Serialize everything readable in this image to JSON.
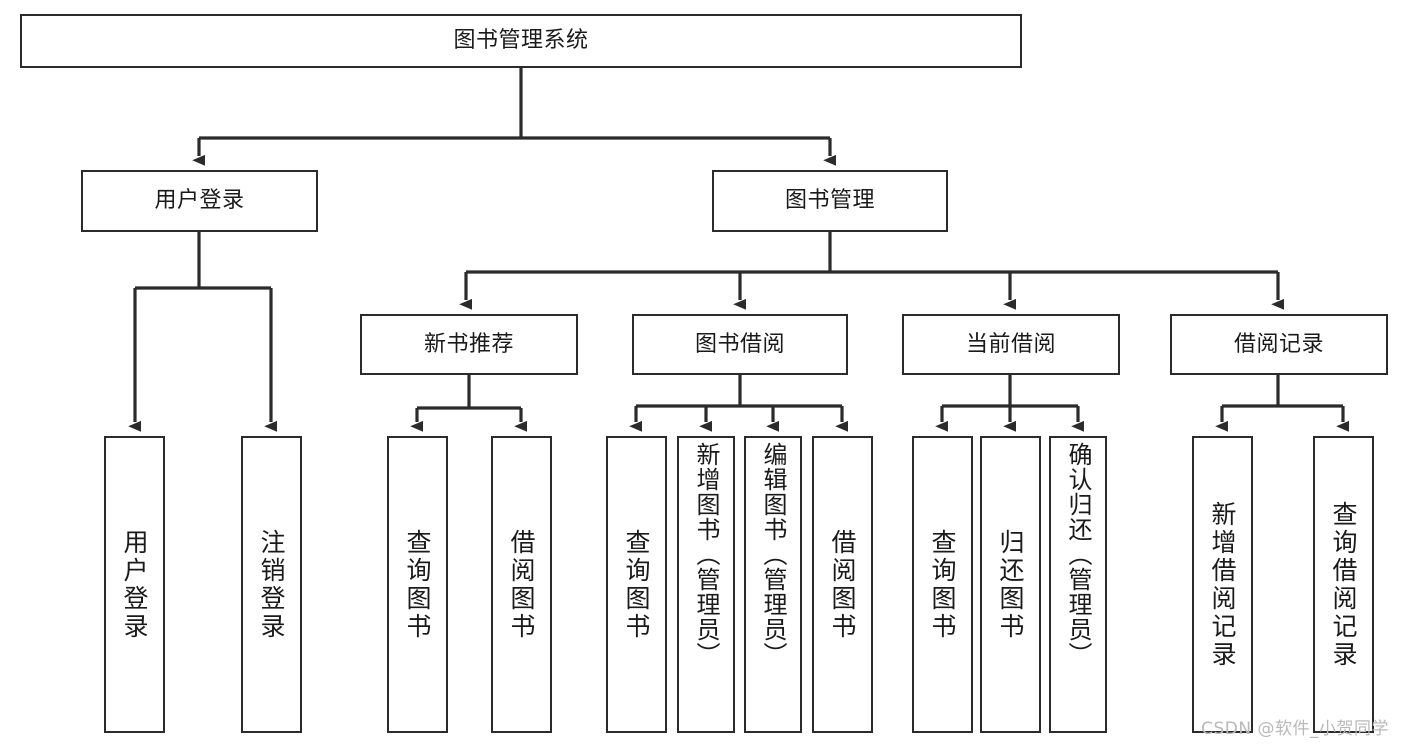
{
  "diagram": {
    "title": "图书管理系统",
    "type": "tree-hierarchy",
    "watermark": "CSDN @软件_小贺同学",
    "colors": {
      "stroke": "#2b2b2b",
      "fill": "#ffffff",
      "text": "#1a1a1a",
      "watermark": "#b9b9b9"
    },
    "levels": {
      "level1": [
        {
          "id": "root",
          "label": "图书管理系统"
        }
      ],
      "level2": [
        {
          "id": "user-login",
          "label": "用户登录",
          "parent": "root"
        },
        {
          "id": "book-manage",
          "label": "图书管理",
          "parent": "root"
        }
      ],
      "level3": [
        {
          "id": "new-book-rec",
          "label": "新书推荐",
          "parent": "book-manage"
        },
        {
          "id": "book-borrow",
          "label": "图书借阅",
          "parent": "book-manage"
        },
        {
          "id": "current-borrow",
          "label": "当前借阅",
          "parent": "book-manage"
        },
        {
          "id": "borrow-record",
          "label": "借阅记录",
          "parent": "book-manage"
        }
      ],
      "leaves": [
        {
          "id": "leaf-user-login",
          "label": "用户登录",
          "parent": "user-login"
        },
        {
          "id": "leaf-user-logout",
          "label": "注销登录",
          "parent": "user-login"
        },
        {
          "id": "leaf-query-book-1",
          "label": "查询图书",
          "parent": "new-book-rec"
        },
        {
          "id": "leaf-borrow-book-1",
          "label": "借阅图书",
          "parent": "new-book-rec"
        },
        {
          "id": "leaf-query-book-2",
          "label": "查询图书",
          "parent": "book-borrow"
        },
        {
          "id": "leaf-add-book",
          "label": "新增图书（管理员）",
          "parent": "book-borrow"
        },
        {
          "id": "leaf-edit-book",
          "label": "编辑图书（管理员）",
          "parent": "book-borrow"
        },
        {
          "id": "leaf-borrow-book-2",
          "label": "借阅图书",
          "parent": "book-borrow"
        },
        {
          "id": "leaf-query-book-3",
          "label": "查询图书",
          "parent": "current-borrow"
        },
        {
          "id": "leaf-return-book",
          "label": "归还图书",
          "parent": "current-borrow"
        },
        {
          "id": "leaf-confirm-return",
          "label": "确认归还（管理员）",
          "parent": "current-borrow"
        },
        {
          "id": "leaf-add-record",
          "label": "新增借阅记录",
          "parent": "borrow-record"
        },
        {
          "id": "leaf-query-record",
          "label": "查询借阅记录",
          "parent": "borrow-record"
        }
      ]
    }
  }
}
